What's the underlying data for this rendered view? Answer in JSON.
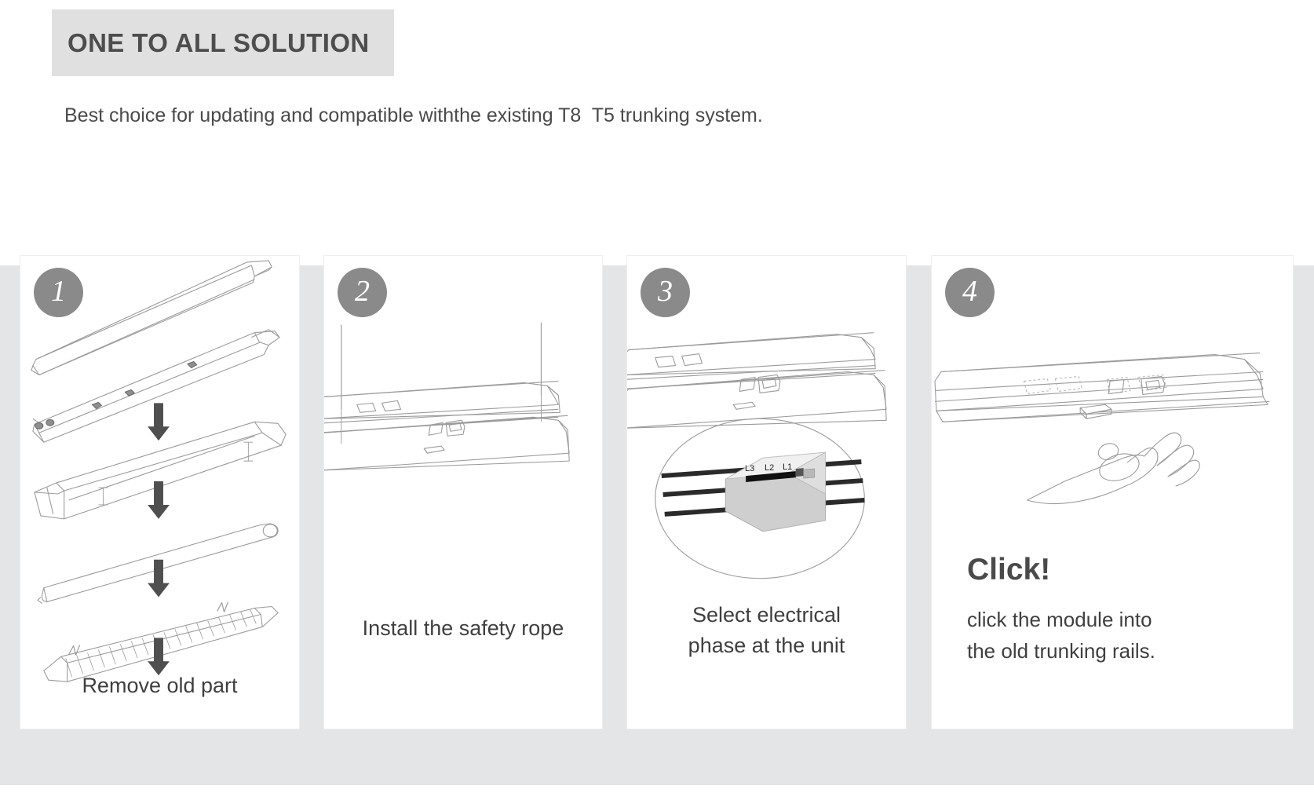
{
  "header": {
    "title": "ONE TO ALL SOLUTION",
    "subtitle": "Best choice for updating and compatible withthe existing T8  T5 trunking system."
  },
  "colors": {
    "chip_bg": "#e0e0e0",
    "band_bg": "#e4e5e7",
    "badge_bg": "#8a8a8a",
    "title_text": "#4d4d4d",
    "body_text": "#3f3f3f",
    "line_art": "#9a9a9a",
    "arrow": "#4f4f4f"
  },
  "panels": [
    {
      "number": "1",
      "caption": "Remove old part",
      "icon": "exploded-fixture-diagram",
      "arrows": 4
    },
    {
      "number": "2",
      "caption": "Install  the safety rope",
      "icon": "suspended-luminaire-with-ropes",
      "arrows": 0
    },
    {
      "number": "3",
      "caption": "Select electrical\nphase at the unit",
      "icon": "trunking-unit-with-phase-selector",
      "arrows": 0,
      "phase_labels": [
        "L3",
        "L2",
        "L1"
      ]
    },
    {
      "number": "4",
      "heading": "Click!",
      "caption": "click the module into\nthe old trunking rails.",
      "icon": "hand-clicking-module",
      "arrows": 0
    }
  ]
}
